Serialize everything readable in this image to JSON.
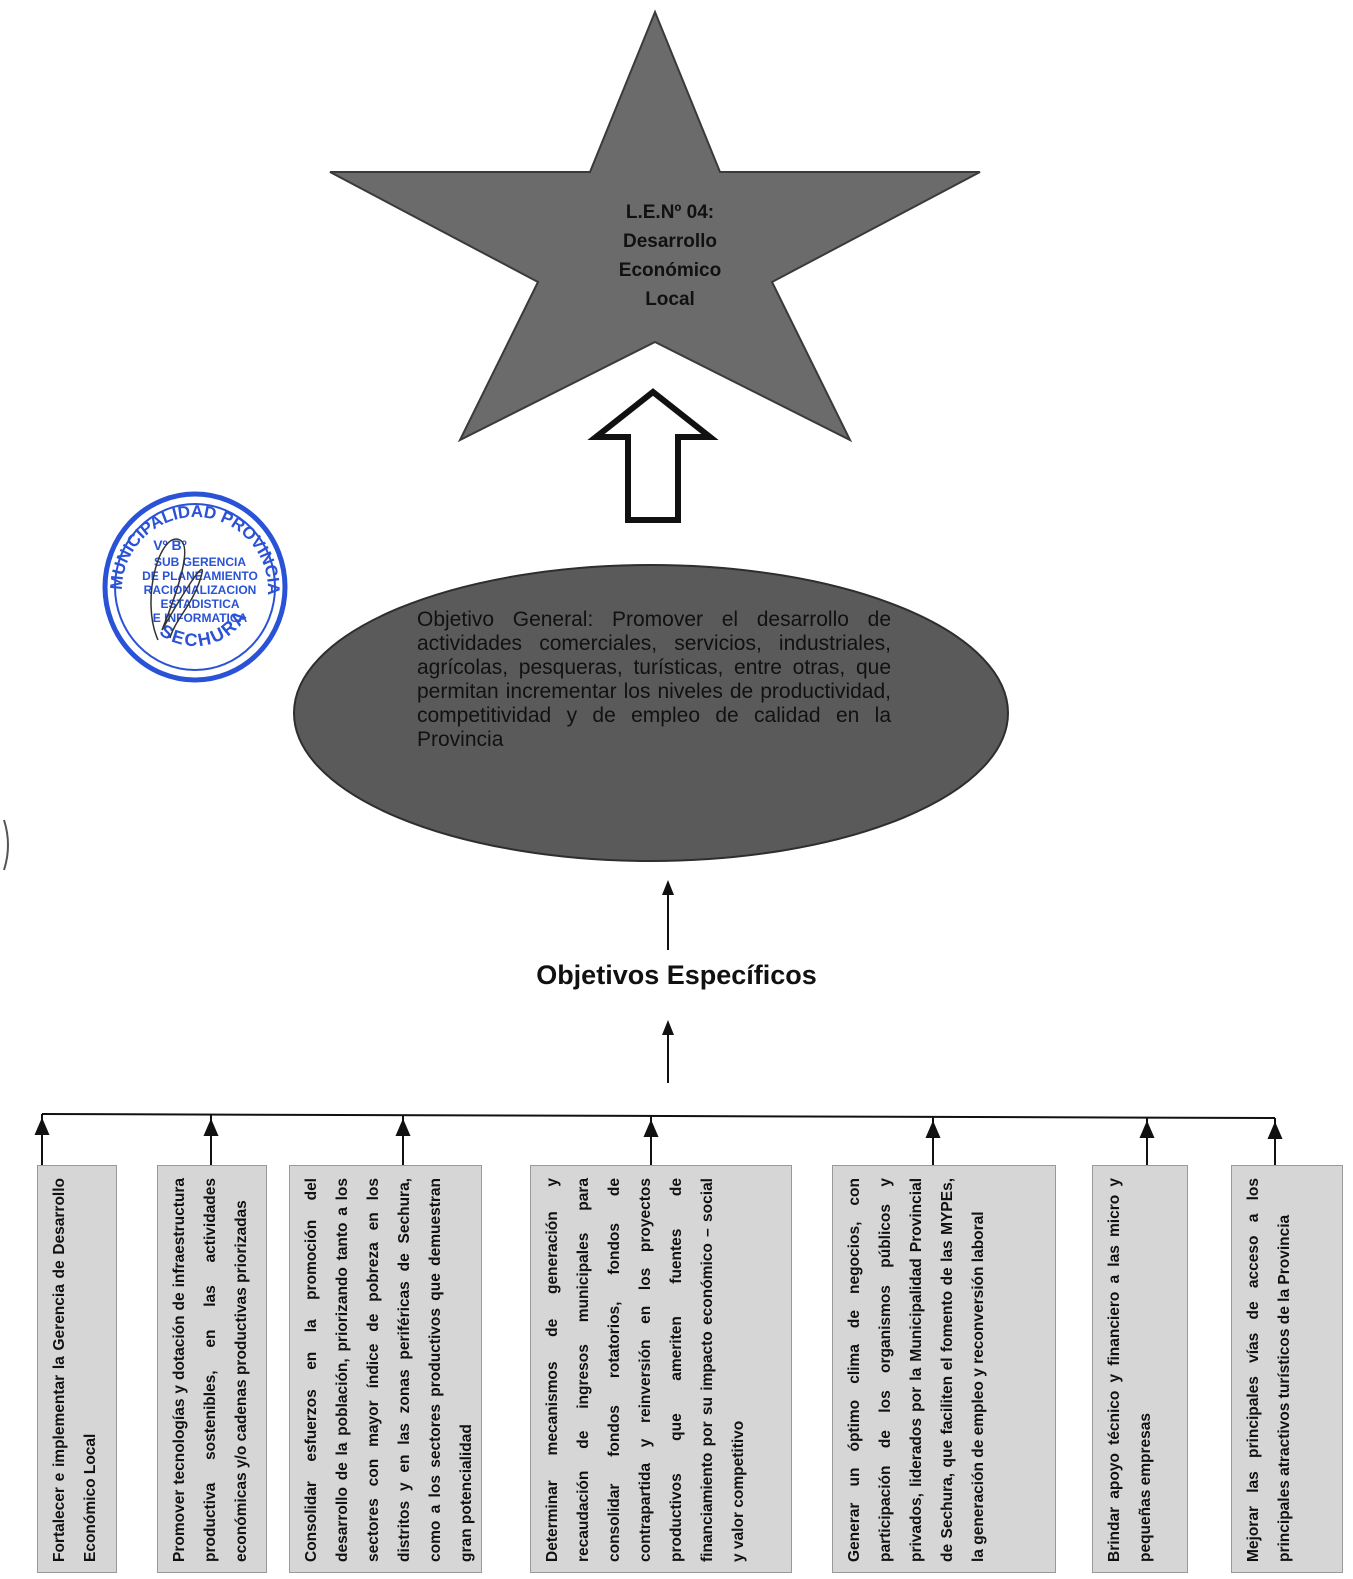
{
  "star": {
    "label_lines": [
      "L.E.Nº 04:",
      "Desarrollo",
      "Económico",
      "Local"
    ]
  },
  "general_objective": "Objetivo General: Promover el desarrollo de actividades comerciales, servicios, industriales, agrícolas, pesqueras, turísticas, entre otras, que permitan incrementar los niveles de productividad, competitividad y de empleo de calidad en la Provincia",
  "specific_title": "Objetivos Específicos",
  "specific_objectives": [
    "Fortalecer e implementar la Gerencia de Desarrollo Económico Local",
    "Promover tecnologías y dotación de infraestructura productiva sostenibles, en las actividades económicas y/o cadenas productivas priorizadas",
    "Consolidar esfuerzos en la promoción del desarrollo de la población, priorizando tanto a los sectores con mayor índice de pobreza en los distritos y en las zonas periféricas de Sechura, como a los sectores productivos que demuestran gran potencialidad",
    "Determinar mecanismos de generación y recaudación de ingresos municipales para consolidar fondos rotatorios, fondos de contrapartida y reinversión en los proyectos productivos que ameriten fuentes de financiamiento por su impacto económico – social y valor competitivo",
    "Generar un óptimo clima de negocios, con participación de los organismos públicos y privados, liderados por la Municipalidad Provincial de Sechura, que faciliten el fomento de las MYPEs, la generación de empleo y reconversión laboral",
    "Brindar apoyo técnico y financiero a las micro y pequeñas empresas",
    "Mejorar las principales vías de acceso a los principales atractivos turísticos de la Provincia"
  ],
  "stamp": {
    "ring_text": "MUNICIPALIDAD PROVINCIAL",
    "bottom_text": "SECHURA",
    "inner_lines": [
      "Vº Bº",
      "SUB GERENCIA",
      "DE PLANEAMIENTO",
      "RACIONALIZACION",
      "ESTADISTICA",
      "E INFORMATICA"
    ]
  },
  "colors": {
    "star_fill": "#6b6b6b",
    "ellipse_fill": "#5a5a5a",
    "box_fill": "#d6d6d6",
    "stamp_blue": "#2a52d6"
  }
}
